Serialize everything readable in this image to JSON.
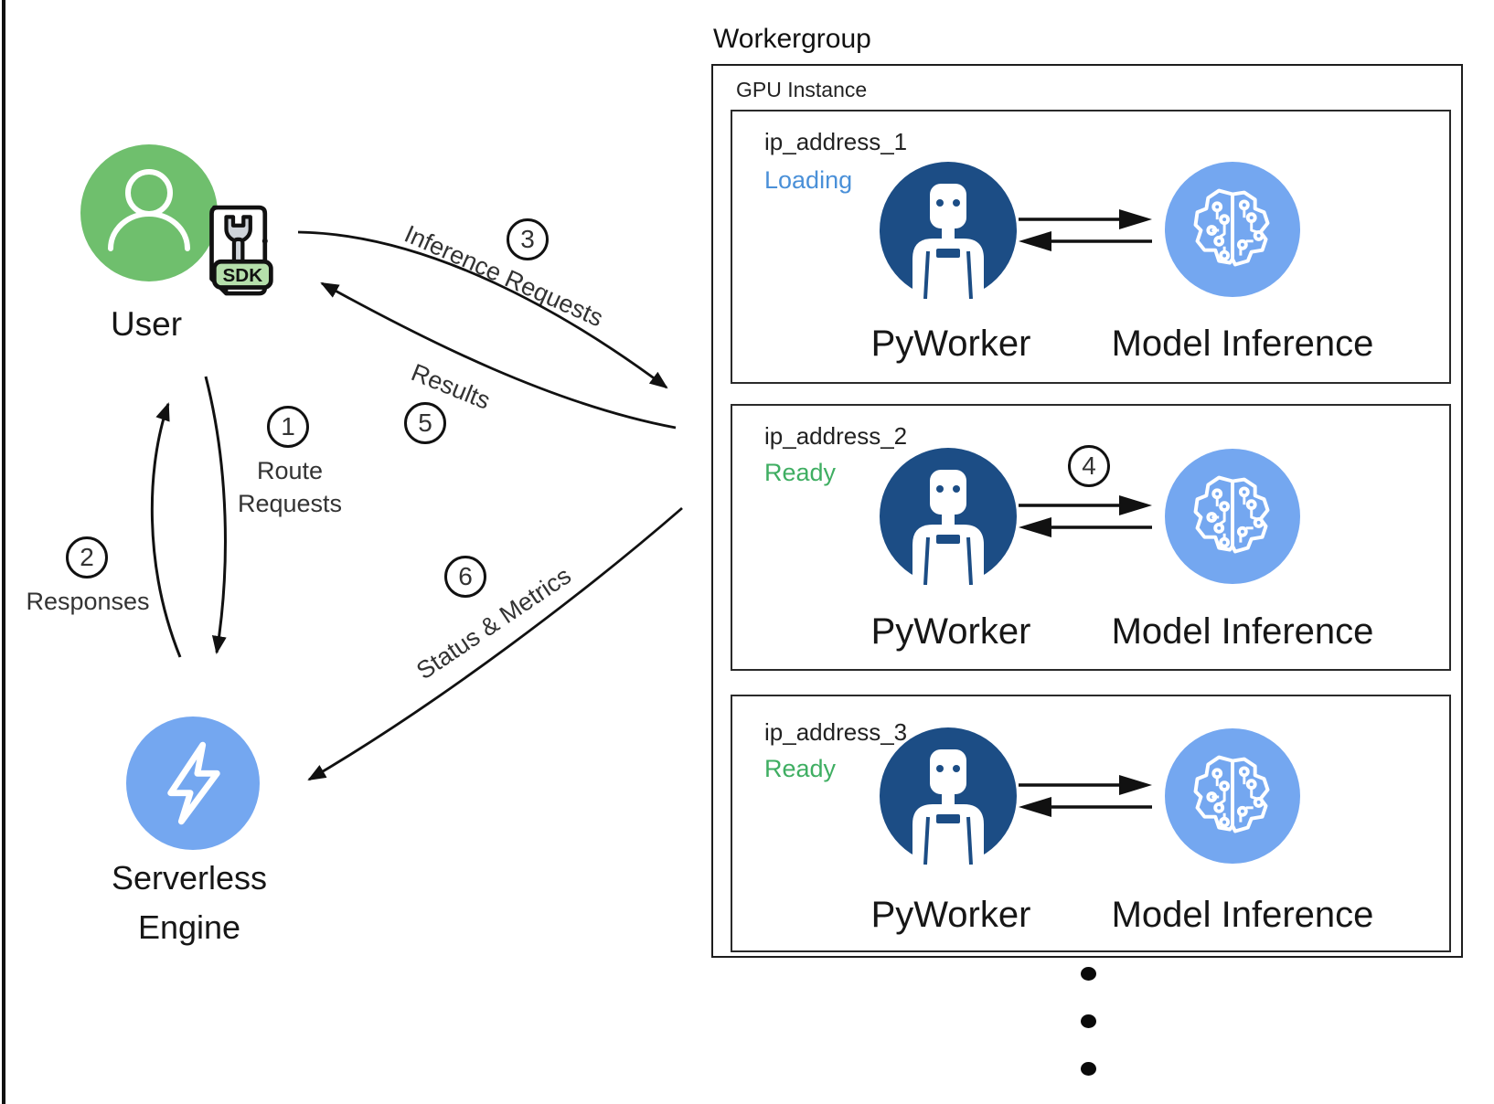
{
  "left": {
    "user_label": "User",
    "sdk_label": "SDK",
    "serverless_line1": "Serverless",
    "serverless_line2": "Engine"
  },
  "flows": {
    "f1": {
      "num": "1",
      "label": "Route Requests"
    },
    "f2": {
      "num": "2",
      "label": "Responses"
    },
    "f3": {
      "num": "3",
      "label": "Inference Requests"
    },
    "f4": {
      "num": "4"
    },
    "f5": {
      "num": "5",
      "label": "Results"
    },
    "f6": {
      "num": "6",
      "label": "Status & Metrics"
    }
  },
  "workergroup": {
    "title": "Workergroup",
    "gpu_instance_label": "GPU Instance",
    "instances": [
      {
        "ip": "ip_address_1",
        "status": "Loading",
        "worker": "PyWorker",
        "model": "Model Inference"
      },
      {
        "ip": "ip_address_2",
        "status": "Ready",
        "worker": "PyWorker",
        "model": "Model Inference"
      },
      {
        "ip": "ip_address_3",
        "status": "Ready",
        "worker": "PyWorker",
        "model": "Model Inference"
      }
    ]
  },
  "colors": {
    "user_green": "#6fbf6d",
    "engine_blue": "#74a7f0",
    "worker_navy": "#1c4d85",
    "model_blue": "#74a7f0",
    "status_loading_blue": "#4a90d8",
    "status_ready_green": "#3fae62",
    "sdk_badge_green": "#b5dfab",
    "line_black": "#111111"
  }
}
